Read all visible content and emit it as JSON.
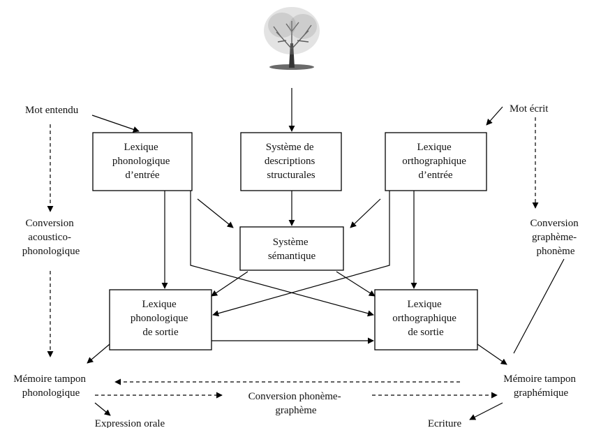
{
  "boxes": {
    "lex_phon_in": [
      "Lexique",
      "phonologique",
      "d’entrée"
    ],
    "sys_desc": [
      "Système de",
      "descriptions",
      "structurales"
    ],
    "lex_orth_in": [
      "Lexique",
      "orthographique",
      "d’entrée"
    ],
    "sys_sem": [
      "Système",
      "sémantique"
    ],
    "lex_phon_out": [
      "Lexique",
      "phonologique",
      "de sortie"
    ],
    "lex_orth_out": [
      "Lexique",
      "orthographique",
      "de sortie"
    ]
  },
  "labels": {
    "mot_entendu": [
      "Mot entendu"
    ],
    "mot_ecrit": [
      "Mot écrit"
    ],
    "conv_acoustico": [
      "Conversion",
      "acoustico-",
      "phonologique"
    ],
    "conv_graph_phon": [
      "Conversion",
      "graphème-",
      "phonème"
    ],
    "mem_phon": [
      "Mémoire tampon",
      "phonologique"
    ],
    "mem_graph": [
      "Mémoire tampon",
      "graphémique"
    ],
    "conv_phon_graph": [
      "Conversion phonème-",
      "graphème"
    ],
    "expression": [
      "Expression orale"
    ],
    "ecriture": [
      "Ecriture"
    ]
  },
  "icons": {
    "tree": "tree-icon"
  }
}
